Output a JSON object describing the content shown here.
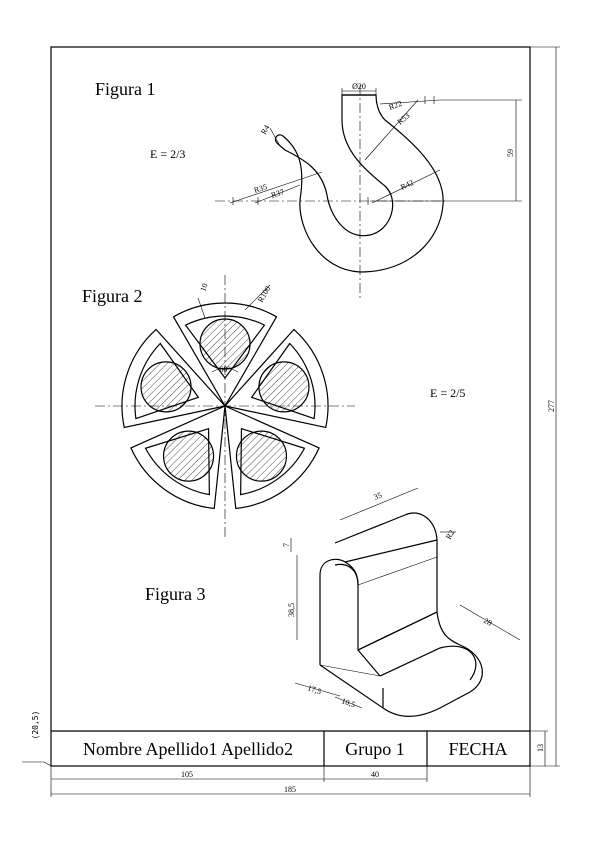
{
  "figure1": {
    "label": "Figura 1",
    "scale": "E = 2/3",
    "dims": {
      "d20": "Ø20",
      "r22": "R22",
      "r53": "R53",
      "r4": "R4",
      "r35": "R35",
      "r37": "R37",
      "r42": "R42",
      "v59": "59"
    }
  },
  "figure2": {
    "label": "Figura 2",
    "scale": "E = 2/5",
    "dims": {
      "d10": "10",
      "r100": "R100",
      "a60": "60°"
    }
  },
  "figure3": {
    "label": "Figura 3",
    "dims": {
      "d35": "35",
      "d7": "7",
      "d385": "38,5",
      "d28": "28",
      "d175": "17,5",
      "d105": "10,5",
      "r2": "R2"
    }
  },
  "frame": {
    "height_dim": "277",
    "width_dim": "185",
    "title_height_dim": "13",
    "corner_dim": "(20,5)"
  },
  "title_block": {
    "name": "Nombre Apellido1 Apellido2",
    "group": "Grupo 1",
    "date": "FECHA",
    "name_width": "105",
    "group_width": "40"
  }
}
